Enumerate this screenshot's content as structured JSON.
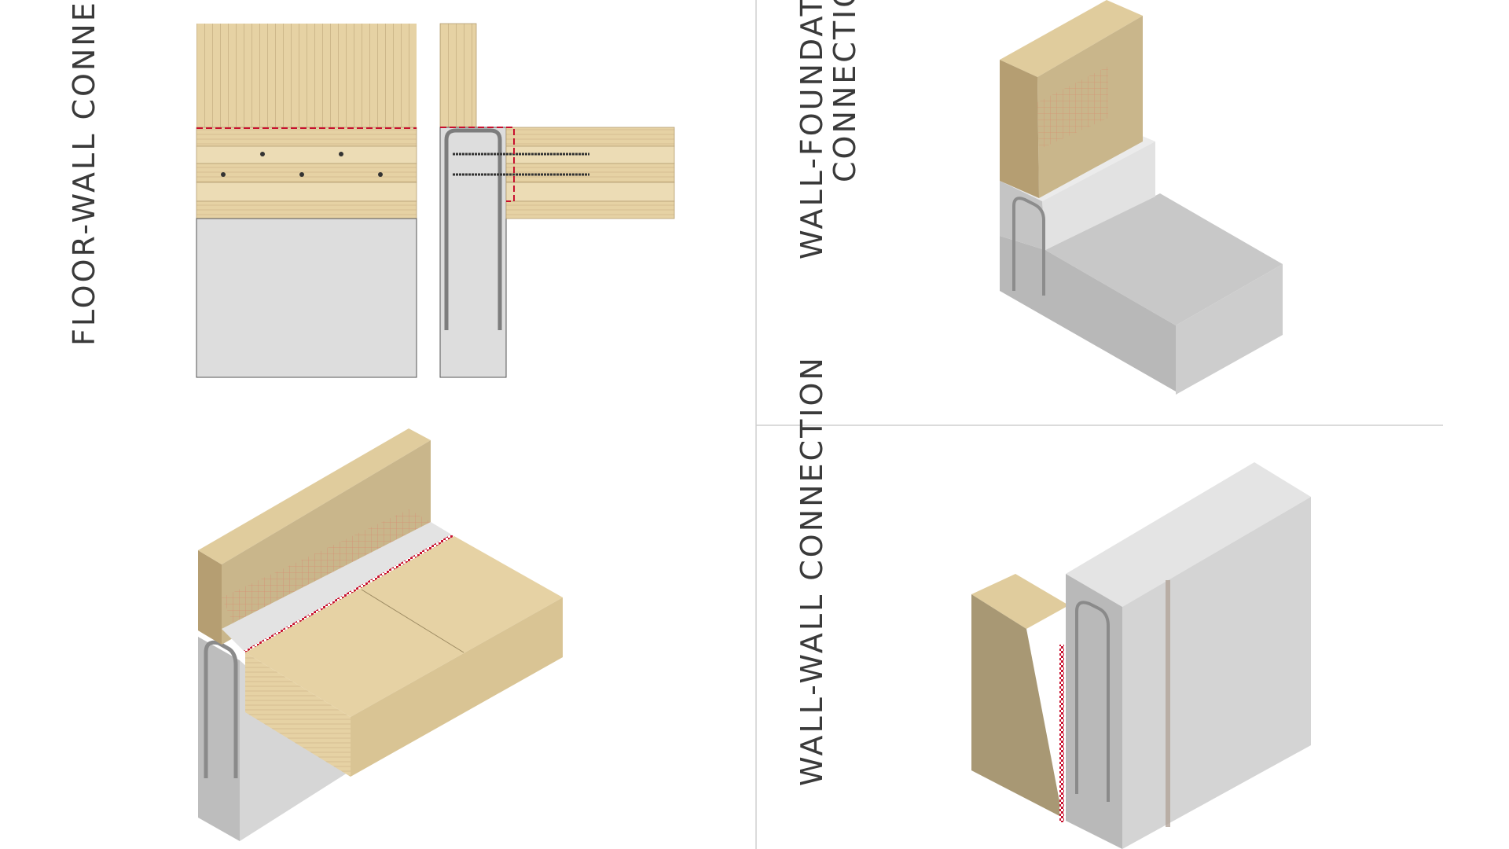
{
  "labels": {
    "floor_wall": "FLOOR-WALL CONNECTION",
    "wall_foundation_line1": "WALL-FOUNDATION",
    "wall_foundation_line2": "CONNECTION",
    "wall_wall": "WALL-WALL CONNECTION"
  },
  "colors": {
    "timber": "#e6d2a4",
    "timber_dark": "#c9b68b",
    "timber_side": "#a89874",
    "concrete": "#d9d9d9",
    "concrete_light": "#e9e9e9",
    "concrete_dark": "#b3b3b3",
    "rebar": "#7d7d7d",
    "membrane": "#c8102e",
    "divider": "#cfcfcf"
  }
}
